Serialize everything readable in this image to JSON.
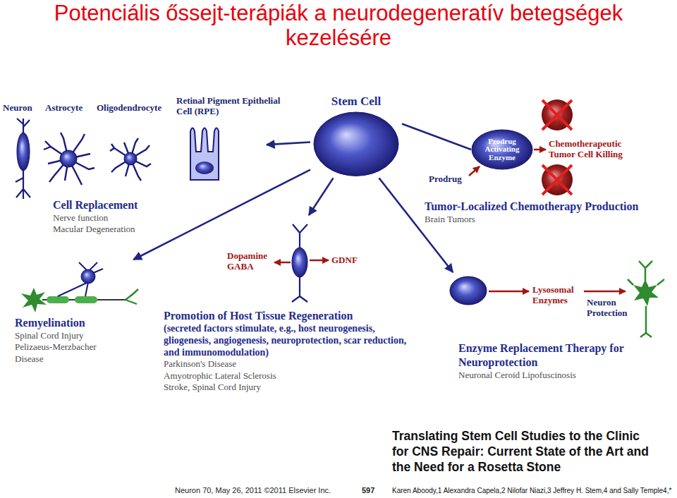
{
  "diagram": {
    "title": "Potenciális őssejt-terápiák a neurodegeneratív betegségek kezelésére",
    "nodes": [
      {
        "text": [
          "Stem Cell"
        ]
      },
      {
        "text": [
          "Cell Replacement",
          "Nerve function Macular Degeneration"
        ]
      },
      {
        "text": [
          "Remyelination",
          "Spinal Cord Injury Pelizaeus-Merzbacher Disease"
        ]
      },
      {
        "text": [
          "Promotion of Host Tissue Regeneration",
          "(secreted factors stimulate, e.g., host neurogenesis, gliogenesis, angiogenesis, neuroprotection, scar reduction, and immunomodulation)",
          "Parkinson's Disease Amyotrophic Lateral Sclerosis Stroke, Spinal Cord Injury"
        ]
      },
      {
        "text": [
          "Enzyme Replacement Therapy for Neuroprotection",
          "Neuronal Ceroid Lipofuscinosis"
        ]
      },
      {
        "text": [
          "Tumor-Localized Chemotherapy Production",
          "Brain Tumors"
        ]
      },
      {
        "text": [
          "Prodrug Activating Enzyme"
        ]
      }
    ],
    "edges": [
      {
        "from": 0,
        "to": 1,
        "arrow": "to"
      },
      {
        "from": 0,
        "to": 2,
        "arrow": "to"
      },
      {
        "from": 0,
        "to": 3,
        "arrow": "to"
      },
      {
        "from": 0,
        "to": 4,
        "arrow": "to"
      },
      {
        "from": 0,
        "to": 6,
        "arrow": "none"
      }
    ],
    "labels": [
      "Neuron",
      "Astrocyte",
      "Oligodendrocyte",
      "Retinal Pigment Epithelial Cell (RPE)",
      "Prodrug",
      "Chemotherapeutic Tumor Cell Killing",
      "Dopamine GABA",
      "GDNF",
      "Lysosomal Enzymes",
      "Neuron Protection",
      "Translating Stem Cell Studies to the Clinic for CNS Repair: Current State of the Art and the Need for a Rosetta Stone",
      "Karen Aboody,1 Alexandra Capela,2 Nilofar Niazi,3 Jeffrey H. Stem,4 and Sally Temple4,*",
      "Neuron 70, May 26, 2011 ©2011 Elsevier Inc.",
      "597"
    ]
  }
}
